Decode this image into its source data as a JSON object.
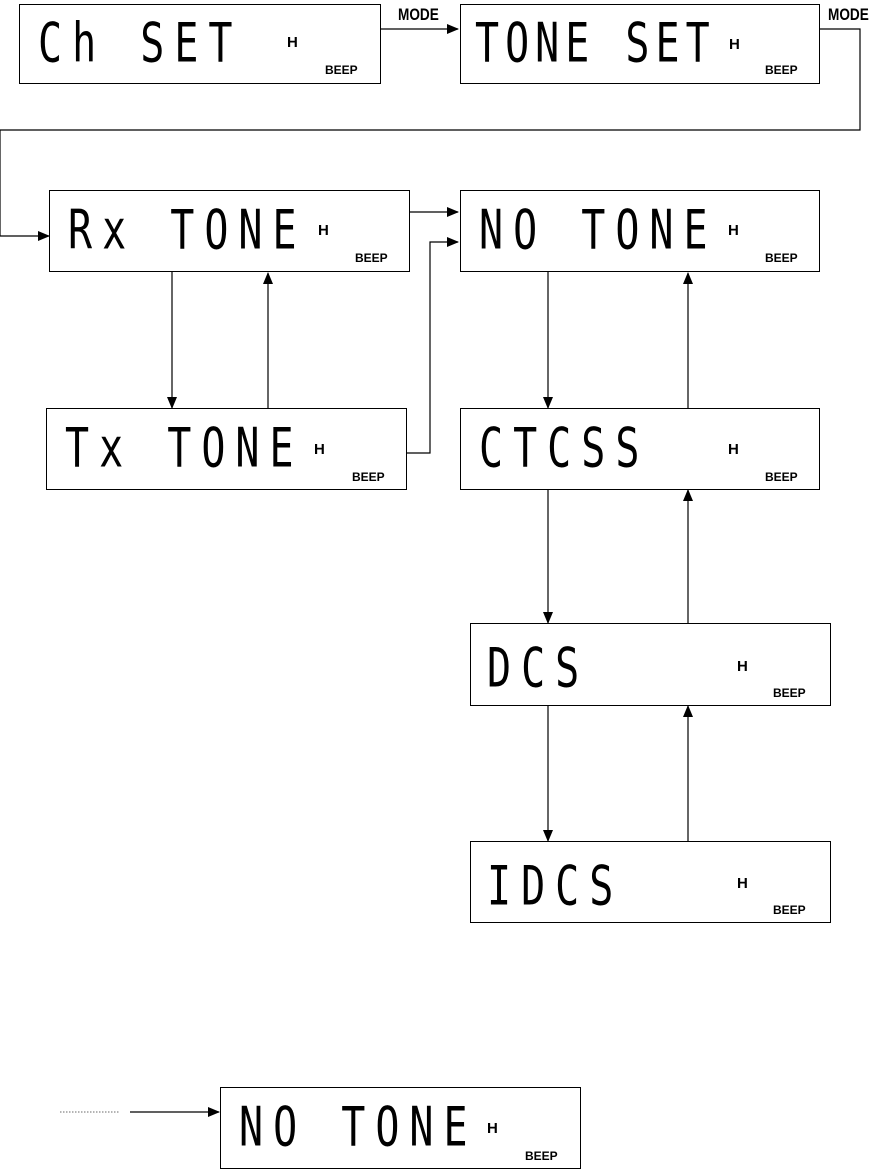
{
  "panels": {
    "ch_set": {
      "text": "Ch SET",
      "indicator": "H",
      "beep": "BEEP"
    },
    "tone_set": {
      "text": "TONE SET",
      "indicator": "H",
      "beep": "BEEP"
    },
    "rx_tone": {
      "text": "Rx TONE",
      "indicator": "H",
      "beep": "BEEP"
    },
    "no_tone": {
      "text": "NO TONE",
      "indicator": "H",
      "beep": "BEEP"
    },
    "tx_tone": {
      "text": "Tx TONE",
      "indicator": "H",
      "beep": "BEEP"
    },
    "ctcss": {
      "text": "CTCSS",
      "indicator": "H",
      "beep": "BEEP"
    },
    "dcs": {
      "text": "DCS",
      "indicator": "H",
      "beep": "BEEP"
    },
    "idcs": {
      "text": "IDCS",
      "indicator": "H",
      "beep": "BEEP"
    },
    "legend_no_tone": {
      "text": "NO TONE",
      "indicator": "H",
      "beep": "BEEP"
    }
  },
  "labels": {
    "mode_1": "MODE",
    "mode_2": "MODE"
  },
  "colors": {
    "line": "#000000",
    "dotted": "#888888"
  }
}
